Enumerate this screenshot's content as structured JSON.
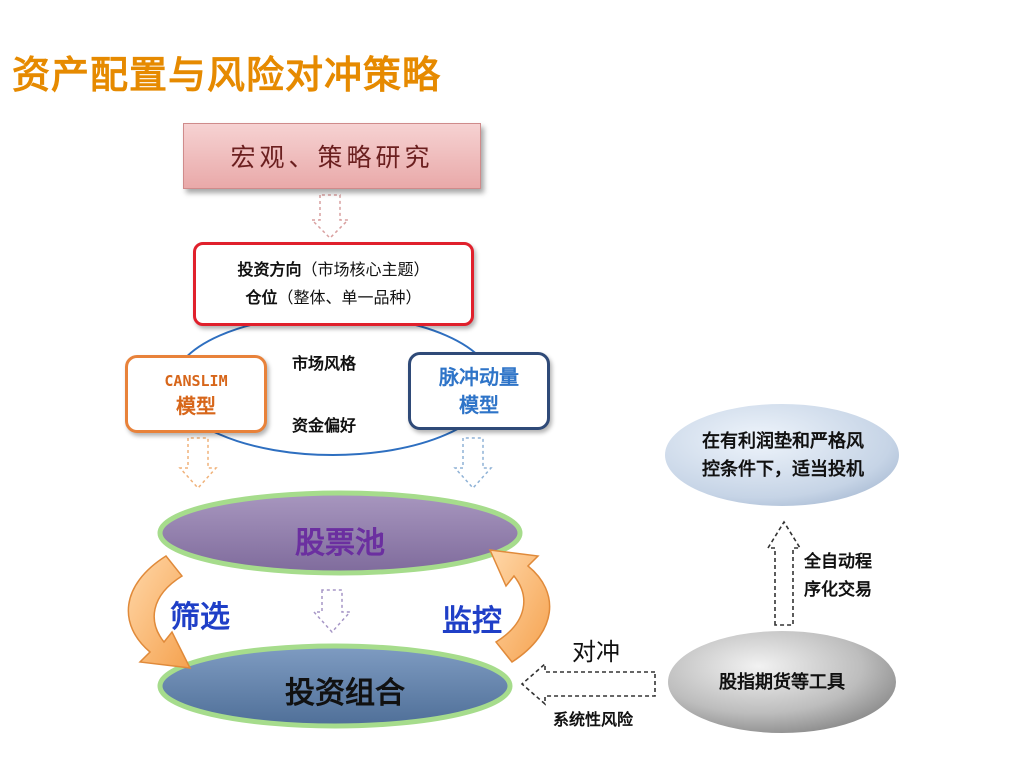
{
  "title": "资产配置与风险对冲策略",
  "research_box": "宏观、策略研究",
  "direction_box": {
    "line1_bold": "投资方向",
    "line1_rest": "（市场核心主题）",
    "line2_bold": "仓位",
    "line2_rest": "（整体、单一品种）"
  },
  "canslim": {
    "line1": "CANSLIM",
    "line2": "模型"
  },
  "momentum": {
    "line1": "脉冲动量",
    "line2": "模型"
  },
  "market_style": "市场风格",
  "capital_pref": "资金偏好",
  "stock_pool": "股票池",
  "screen_label": "筛选",
  "monitor_label": "监控",
  "portfolio": "投资组合",
  "hedge_label": "对冲",
  "systemic_risk": "系统性风险",
  "futures_tools": "股指期货等工具",
  "auto_trading": {
    "line1": "全自动程",
    "line2": "序化交易"
  },
  "speculation": {
    "line1": "在有利润垫和严格风",
    "line2": "控条件下，适当投机"
  },
  "colors": {
    "title": "#E68A00",
    "direction_border": "#e0202c",
    "canslim": "#e8823a",
    "momentum_border": "#2f4a78",
    "pool_fill": "#8e7ba8",
    "portfolio_fill": "#5e7ea8",
    "ring_border": "#9fd58a"
  }
}
